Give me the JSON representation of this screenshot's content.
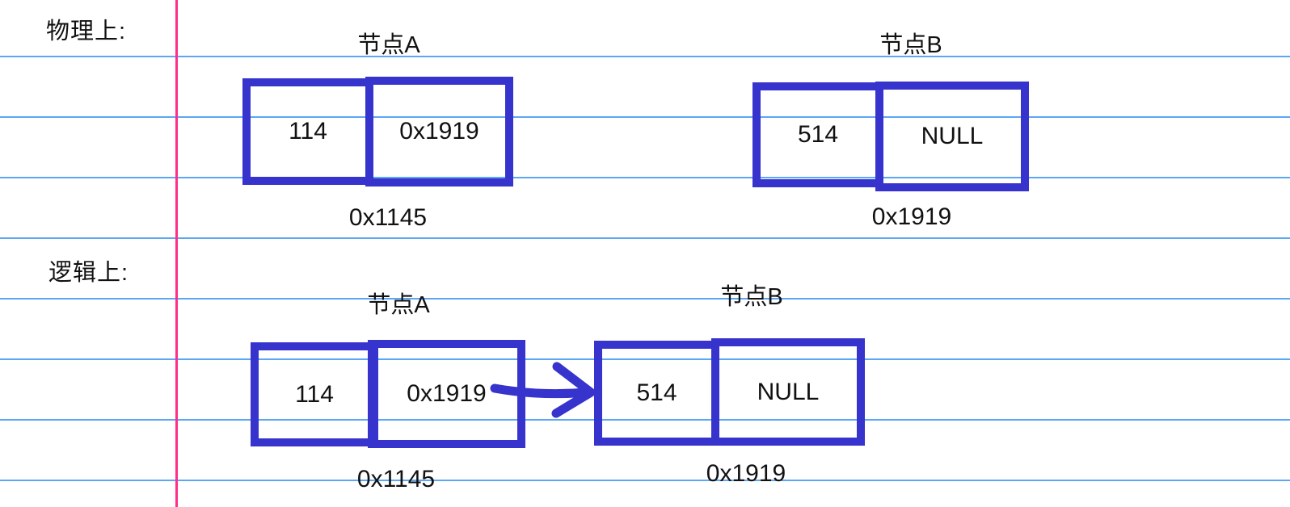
{
  "palette": {
    "ink": "#3733cd",
    "ruled_line": "#5ba7f3",
    "margin_line": "#ff2e8b",
    "text": "#111111",
    "paper": "#ffffff"
  },
  "sections": [
    {
      "label": "物理上:",
      "nodes": [
        {
          "title": "节点A",
          "data_value": "114",
          "pointer_value": "0x1919",
          "address": "0x1145"
        },
        {
          "title": "节点B",
          "data_value": "514",
          "pointer_value": "NULL",
          "address": "0x1919"
        }
      ]
    },
    {
      "label": "逻辑上:",
      "nodes": [
        {
          "title": "节点A",
          "data_value": "114",
          "pointer_value": "0x1919",
          "address": "0x1145"
        },
        {
          "title": "节点B",
          "data_value": "514",
          "pointer_value": "NULL",
          "address": "0x1919"
        }
      ],
      "arrow": {
        "meaning": "节点A pointer 0x1919 → 节点B"
      }
    }
  ]
}
